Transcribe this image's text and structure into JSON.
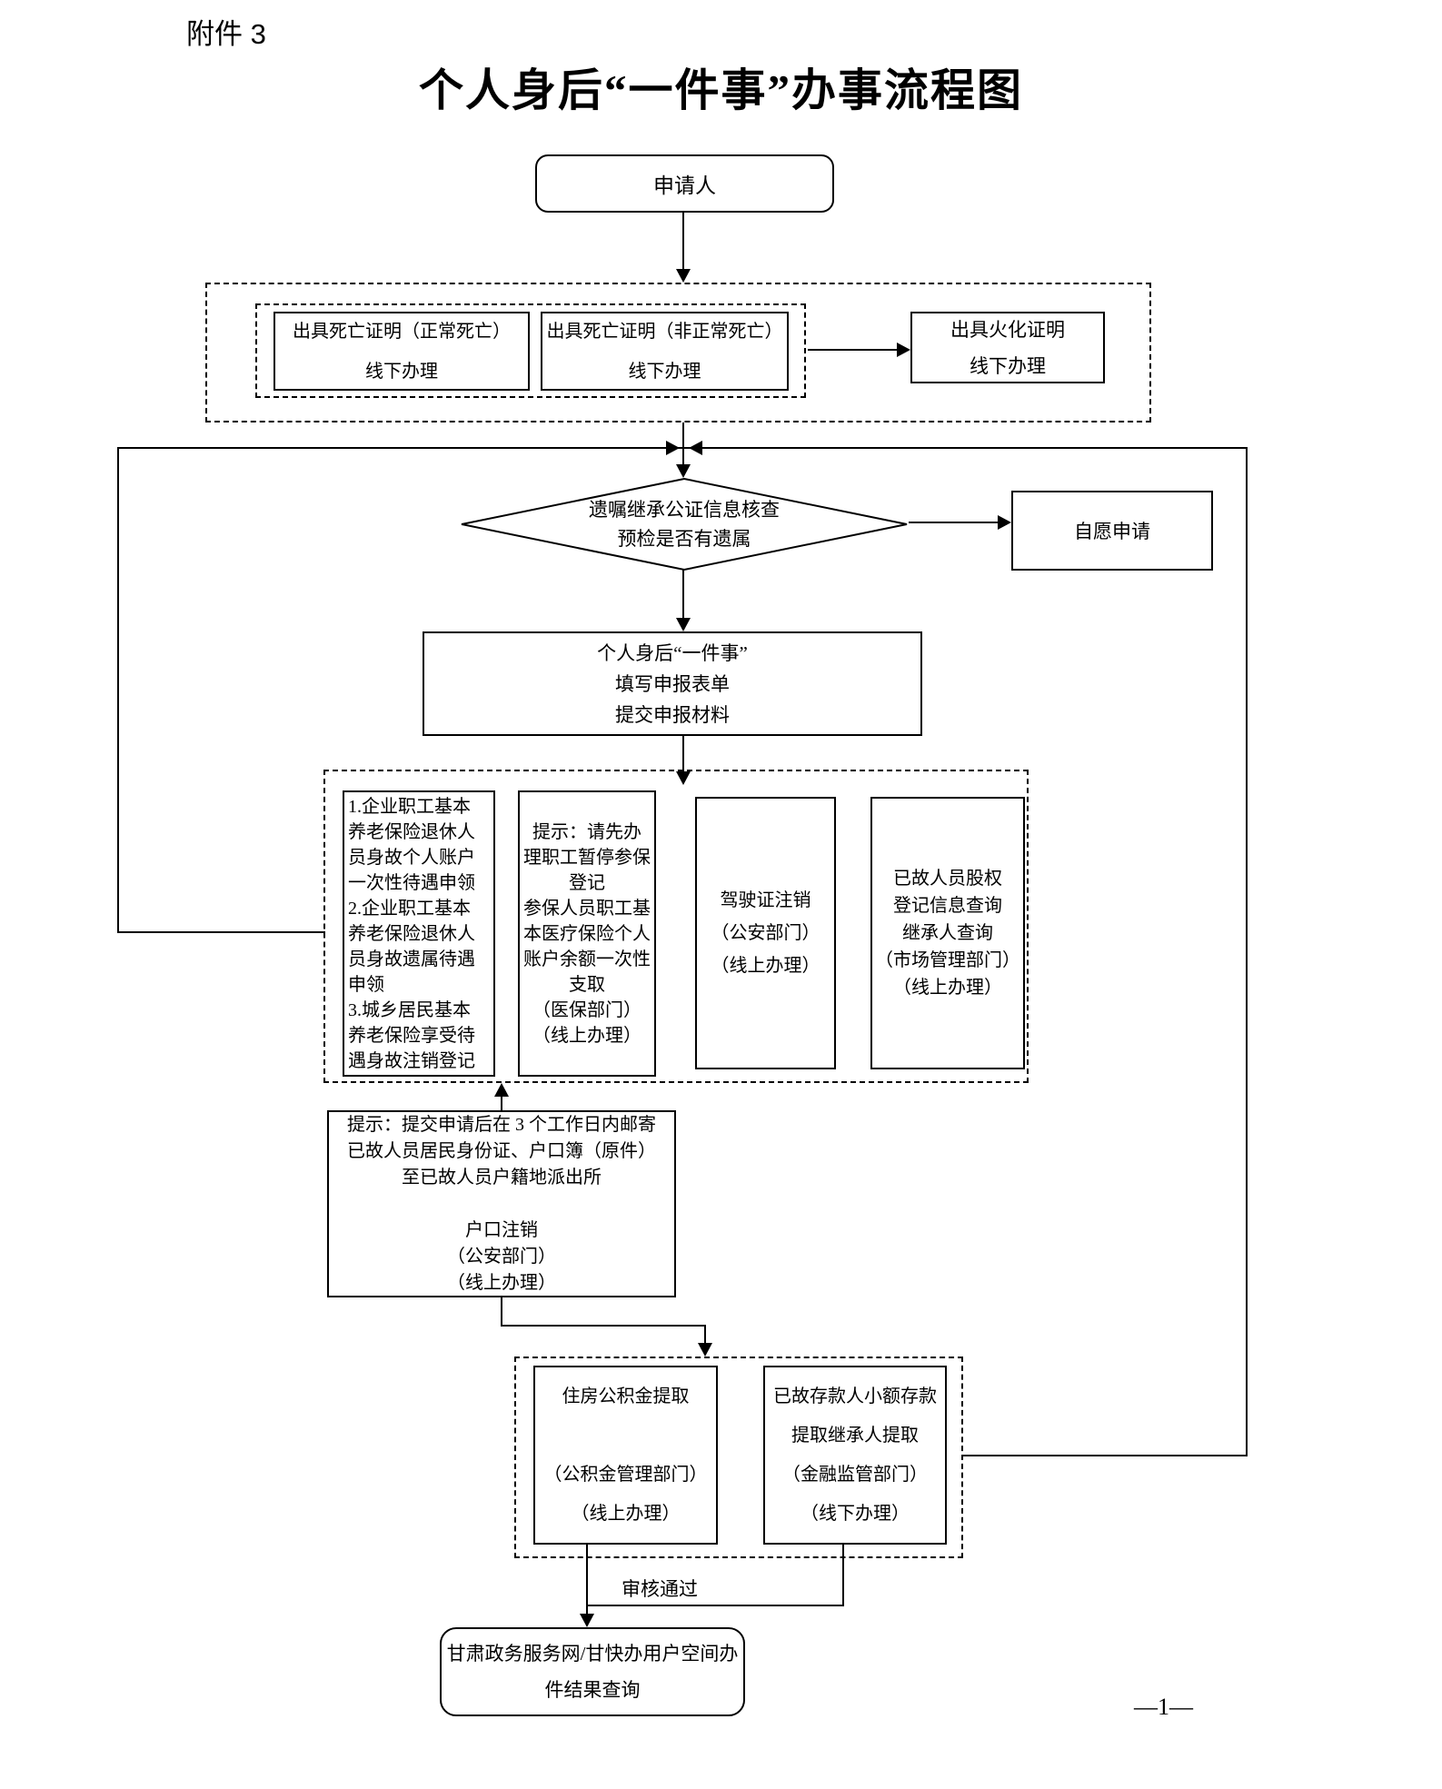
{
  "page": {
    "attachment_label": "附件 3",
    "title": "个人身后“一件事”办事流程图",
    "page_number": "—1—",
    "review_pass_label": "审核通过"
  },
  "flow": {
    "applicant": "申请人",
    "death_cert_normal": "出具死亡证明（正常死亡）\n线下办理",
    "death_cert_abnormal": "出具死亡证明（非正常死亡）\n线下办理",
    "cremation_cert": "出具火化证明\n线下办理",
    "decision": "遗嘱继承公证信息核查\n预检是否有遗属",
    "voluntary_apply": "自愿申请",
    "declare": "个人身后“一件事”\n填写申报表单\n提交申报材料",
    "pension": "1.企业职工基本\n养老保险退休人\n员身故个人账户\n一次性待遇申领\n2.企业职工基本\n养老保险退休人\n员身故遗属待遇\n申领\n3.城乡居民基本\n养老保险享受待\n遇身故注销登记",
    "medical": "提示：请先办\n理职工暂停参保\n登记\n参保人员职工基\n本医疗保险个人\n账户余额一次性\n支取\n（医保部门）\n（线上办理）",
    "driver_license": "驾驶证注销\n（公安部门）\n（线上办理）",
    "equity": "已故人员股权\n登记信息查询\n继承人查询\n（市场管理部门）\n（线上办理）",
    "hukou": "提示：提交申请后在 3 个工作日内邮寄\n已故人员居民身份证、户口簿（原件）\n至已故人员户籍地派出所\n\n户口注销\n（公安部门）\n（线上办理）",
    "housing_fund": "住房公积金提取\n\n（公积金管理部门）\n（线上办理）",
    "deposit": "已故存款人小额存款\n提取继承人提取\n（金融监管部门）\n（线下办理）",
    "result_query": "甘肃政务服务网/甘快办用户空间办\n件结果查询"
  }
}
